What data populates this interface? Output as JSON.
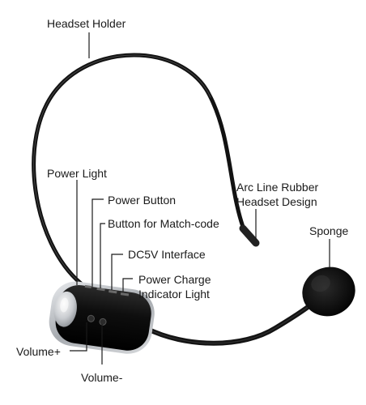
{
  "labels": {
    "headset_holder": "Headset Holder",
    "power_light": "Power Light",
    "power_button": "Power Button",
    "match_code": "Button for Match-code",
    "arc_line_1": "Arc Line Rubber",
    "arc_line_2": "Headset Design",
    "sponge": "Sponge",
    "dc5v": "DC5V Interface",
    "charge_1": "Power Charge",
    "charge_2": "Indicator Light",
    "volume_plus": "Volume+",
    "volume_minus": "Volume-"
  },
  "colors": {
    "device_body": "#0d0d0d",
    "device_trim": "#bfc2c6",
    "leader_line": "#1a1a1a",
    "headband": "#111111"
  }
}
